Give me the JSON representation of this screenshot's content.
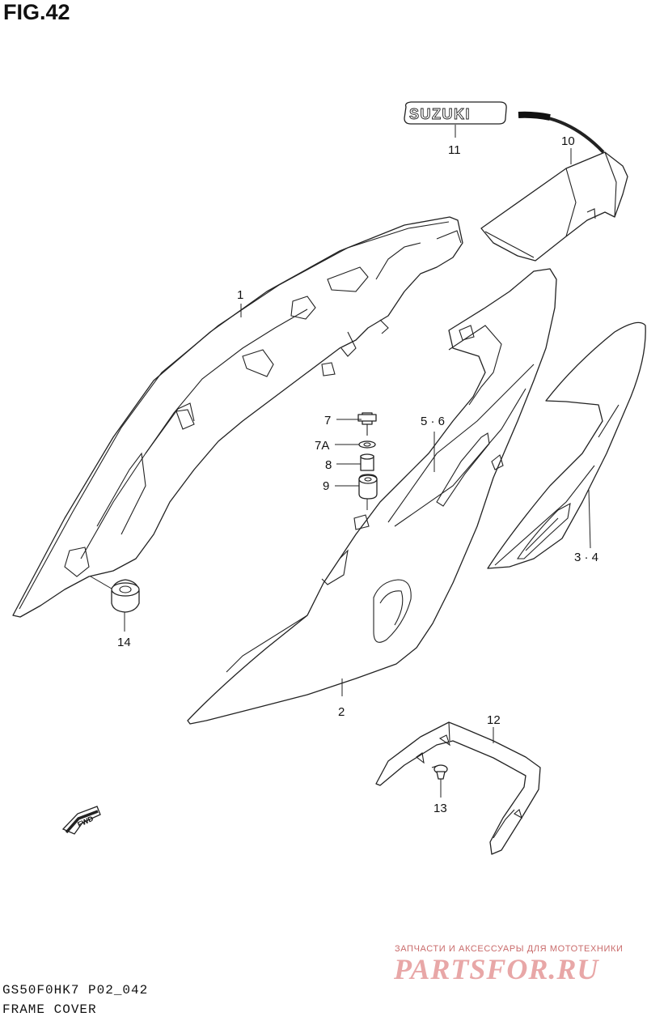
{
  "figure": {
    "title": "FIG.42"
  },
  "footer": {
    "code": "GS50F0HK7 P02_042",
    "name": "FRAME COVER"
  },
  "watermark": {
    "tagline": "ЗАПЧАСТИ И АКСЕССУАРЫ ДЛЯ МОТОТЕХНИКИ",
    "brand": "PARTSFOR.RU"
  },
  "badges": {
    "emblem": "SUZUKI",
    "fwd": "FWD"
  },
  "callouts": [
    {
      "id": "1",
      "label": "1"
    },
    {
      "id": "2",
      "label": "2"
    },
    {
      "id": "3-4",
      "label": "3 · 4"
    },
    {
      "id": "5-6",
      "label": "5 · 6"
    },
    {
      "id": "7",
      "label": "7"
    },
    {
      "id": "7A",
      "label": "7A"
    },
    {
      "id": "8",
      "label": "8"
    },
    {
      "id": "9",
      "label": "9"
    },
    {
      "id": "10",
      "label": "10"
    },
    {
      "id": "11",
      "label": "11"
    },
    {
      "id": "12",
      "label": "12"
    },
    {
      "id": "13",
      "label": "13"
    },
    {
      "id": "14",
      "label": "14"
    }
  ]
}
